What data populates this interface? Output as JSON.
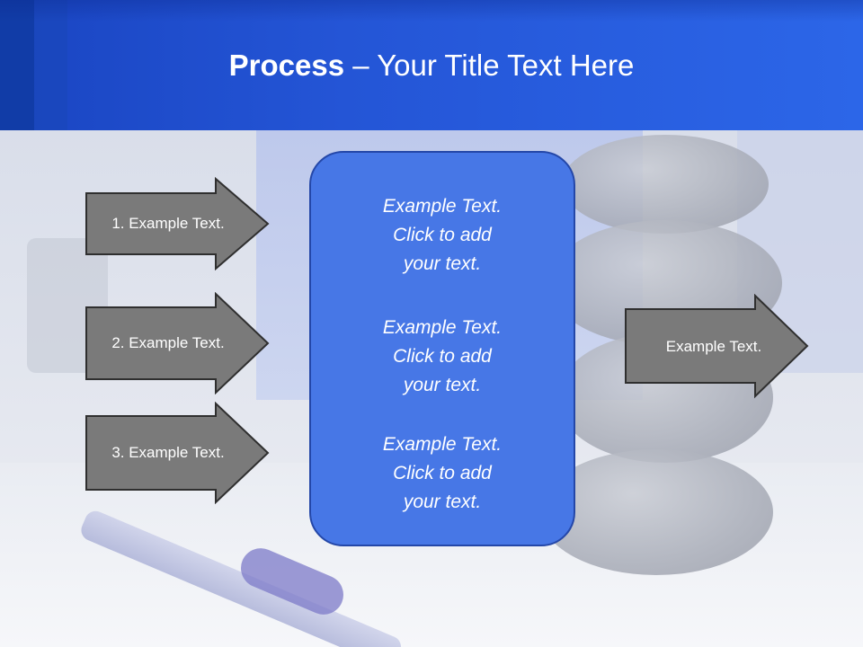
{
  "slide": {
    "title_bold": "Process",
    "title_rest": " – Your Title Text Here"
  },
  "left_arrows": [
    {
      "label": "1. Example Text."
    },
    {
      "label": "2. Example Text."
    },
    {
      "label": "3. Example Text."
    }
  ],
  "center_box": {
    "blocks": [
      {
        "lines": [
          "Example Text.",
          "Click  to add",
          "your text."
        ]
      },
      {
        "lines": [
          "Example Text.",
          "Click  to add",
          "your text."
        ]
      },
      {
        "lines": [
          "Example Text.",
          "Click  to add",
          "your text."
        ]
      }
    ]
  },
  "right_arrow": {
    "label": "Example Text."
  },
  "colors": {
    "header": "#2455d6",
    "arrow_fill": "#7a7a7a",
    "box_fill": "#4777e6"
  }
}
